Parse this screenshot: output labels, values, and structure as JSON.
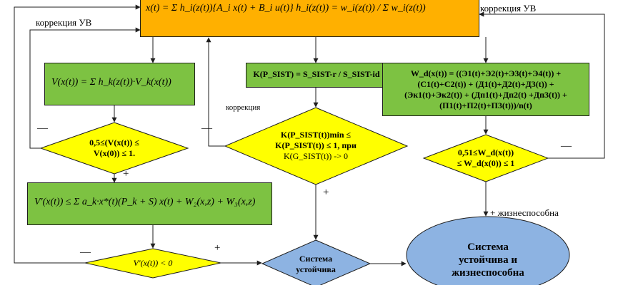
{
  "top_box": {
    "formula": "x(t) = Σ h_i(z(t)){A_i x(t) + B_i u(t)}  h_i(z(t)) = w_i(z(t)) / Σ w_i(z(t))"
  },
  "lyapunov_box": {
    "formula": "V(x(t)) = Σ h_k(z(t))·V_k(x(t))"
  },
  "cond_v": {
    "text": "0,5≤(V(x(t)) ≤ V(x(0)) ≤ 1."
  },
  "derivative_box": {
    "formula": "V′(x(t)) ≤ Σ a_k·x*(t)(P_k + S) x(t) + W₂(x,z) + W₃(x,z)"
  },
  "cond_vdot": {
    "text": "V′(x(t)) < 0"
  },
  "k_box": {
    "text": "K(P_SIST) = S_SIST-r / S_SIST-id"
  },
  "cond_k": {
    "line1": "K(P_SIST(t))min ≤",
    "line2": "K(P_SIST(t)) ≤ 1, при",
    "line3": "K(G_SIST(t)) -> 0"
  },
  "system_stable": {
    "line1": "Система",
    "line2": "устойчива"
  },
  "w_box": {
    "line1": "W_d(x(t)) = ((Э1(t)+Э2(t)+Э3(t)+Э4(t)) +",
    "line2": "(С1(t)+С2(t)) + (Д1(t)+Д2(t)+Д3(t)) +",
    "line3": "(Эк1(t)+Эк2(t)) + (Дп1(t)+Дп2(t) +Дп3(t)) +",
    "line4": "(П1(t)+П2(t)+П3(t)))/n(t)"
  },
  "cond_w": {
    "line1": "0,51≤W_d(x(t))",
    "line2": "≤ W_d(x(0)) ≤ 1"
  },
  "final": {
    "line1": "Система",
    "line2": "устойчива и",
    "line3": "жизнеспособна"
  },
  "labels": {
    "correction_uv_left": "коррекция УВ",
    "correction_uv_right": "коррекция УВ",
    "correction": "коррекция",
    "viable": "+ жизнеспособна"
  },
  "signs": {
    "minus": "—",
    "plus": "+"
  }
}
